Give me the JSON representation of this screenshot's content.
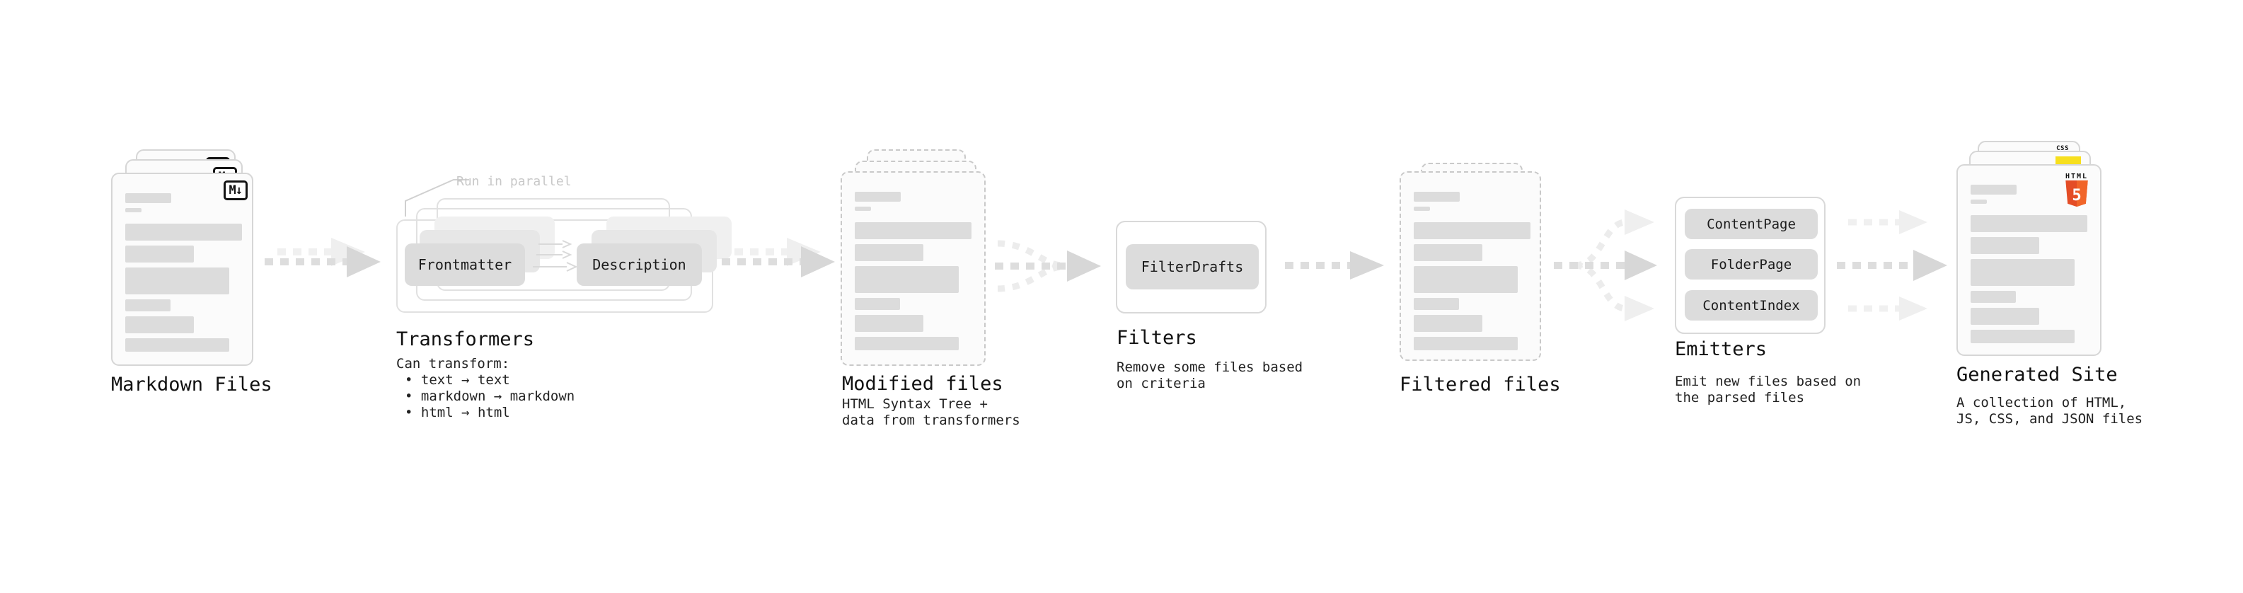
{
  "stations": {
    "markdown": {
      "title": "Markdown Files",
      "badge": "M↓"
    },
    "transformers": {
      "title": "Transformers",
      "note": "Run in parallel",
      "button_a": "Frontmatter",
      "button_b": "Description",
      "desc": [
        "Can transform:",
        "• text → text",
        "• markdown → markdown",
        "• html → html"
      ]
    },
    "modified": {
      "title": "Modified files",
      "desc": [
        "HTML Syntax Tree +",
        "data from transformers"
      ]
    },
    "filters": {
      "title": "Filters",
      "button": "FilterDrafts",
      "desc": [
        "Remove some files based",
        "on criteria"
      ]
    },
    "filtered": {
      "title": "Filtered files"
    },
    "emitters": {
      "title": "Emitters",
      "buttons": [
        "ContentPage",
        "FolderPage",
        "ContentIndex"
      ],
      "desc": [
        "Emit new files based on",
        "the parsed files"
      ]
    },
    "generated": {
      "title": "Generated Site",
      "badge_css": "CSS",
      "badge_html_word": "HTML",
      "badge_html_num": "5",
      "desc": [
        "A collection of HTML,",
        "JS, CSS, and JSON files"
      ]
    }
  },
  "colors": {
    "html5_orange": "#e44d26",
    "js_yellow": "#f7df1e",
    "css_blue": "#2b6bf3",
    "arrow_gray": "#dcdcdc",
    "arrow_light": "#f0f0f0",
    "bar_gray": "#dcdcdc",
    "note_gray": "#c8c8c8",
    "text_dark": "#1a1a1a"
  }
}
